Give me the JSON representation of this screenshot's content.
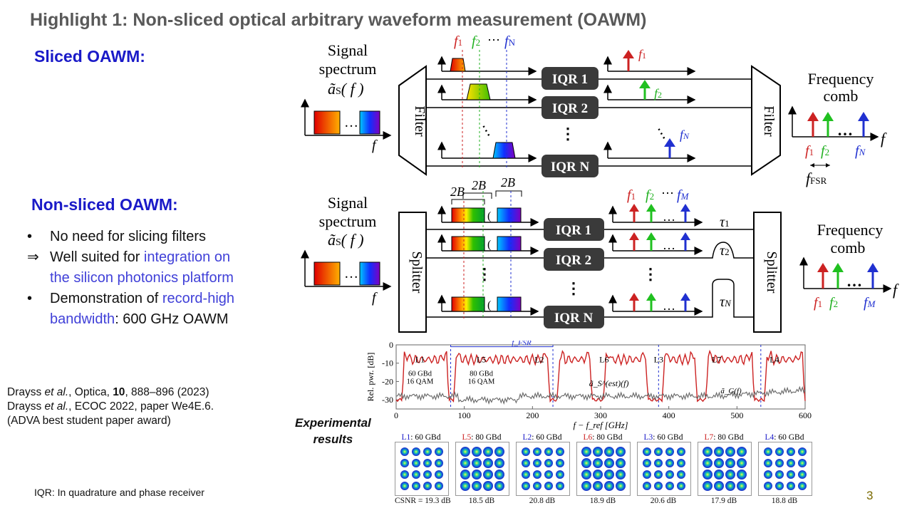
{
  "slide_title": "Highlight 1: Non-sliced optical arbitrary waveform measurement (OAWM)",
  "sliced_heading": "Sliced OAWM:",
  "nonsliced_heading": "Non-sliced OAWM:",
  "bullets": [
    {
      "mark": "•",
      "parts": [
        {
          "text": "No need for slicing filters",
          "hl": false
        }
      ]
    },
    {
      "mark": "⇒",
      "parts": [
        {
          "text": "Well suited for ",
          "hl": false
        },
        {
          "text": "integration on",
          "hl": true
        }
      ]
    },
    {
      "mark": "",
      "parts": [
        {
          "text": "the silicon photonics platform",
          "hl": true
        }
      ]
    },
    {
      "mark": "•",
      "parts": [
        {
          "text": "Demonstration of ",
          "hl": false
        },
        {
          "text": "record-high",
          "hl": true
        }
      ]
    },
    {
      "mark": "",
      "parts": [
        {
          "text": "bandwidth",
          "hl": true
        },
        {
          "text": ": 600 GHz OAWM",
          "hl": false
        }
      ]
    }
  ],
  "references": [
    {
      "authors": "Drayss ",
      "etal": "et al.",
      "rest_pre": ", Optica,  ",
      "bold": "10",
      "rest_post": ", 888–896 (2023)"
    },
    {
      "authors": "Drayss ",
      "etal": "et al.",
      "rest_pre": ", ECOC 2022, paper We4E.6.",
      "bold": "",
      "rest_post": ""
    }
  ],
  "award": "(ADVA best student paper award)",
  "experimental_label_1": "Experimental",
  "experimental_label_2": "results",
  "footnote": "IQR: In quadrature and phase receiver",
  "page_number": "3",
  "diagram": {
    "signal_label_1": "Signal",
    "signal_label_2": "spectrum",
    "filter_label": "Filter",
    "splitter_label": "Splitter",
    "iqr_labels": [
      "IQR 1",
      "IQR 2",
      "IQR N"
    ],
    "freq_comb_1": "Frequency",
    "freq_comb_2": "comb",
    "f_symbol": "f",
    "fsr_label": "FSR",
    "twoB": "2B",
    "taus": [
      "τ1",
      "τ2",
      "τN"
    ]
  },
  "chart_data": {
    "type": "line",
    "xlabel": "f − f_ref [GHz]",
    "ylabel": "Rel. pwr. [dB]",
    "xlim": [
      0,
      600
    ],
    "ylim": [
      -35,
      0
    ],
    "x_ticks": [
      0,
      100,
      200,
      300,
      400,
      500,
      600
    ],
    "y_ticks": [
      0,
      -10,
      -20,
      -30
    ],
    "lanes": [
      {
        "name": "L1",
        "center": 35,
        "info": [
          "60 GBd",
          "16 QAM"
        ]
      },
      {
        "name": "L5",
        "center": 125,
        "info": [
          "80 GBd",
          "16 QAM"
        ]
      },
      {
        "name": "L2",
        "center": 210,
        "info": []
      },
      {
        "name": "L6",
        "center": 305,
        "info": []
      },
      {
        "name": "L3",
        "center": 385,
        "info": []
      },
      {
        "name": "L7",
        "center": 470,
        "info": []
      },
      {
        "name": "L4",
        "center": 555,
        "info": []
      }
    ],
    "fsr_marker": {
      "from": 80,
      "to": 230,
      "label": "f_FSR"
    },
    "dashed_lines_x": [
      80,
      230,
      385,
      535
    ],
    "series": [
      {
        "name": "ã_S^(est)(f)",
        "color": "#cc2222"
      },
      {
        "name": "ã_G(f)",
        "color": "#666666"
      }
    ]
  },
  "constellations": [
    {
      "lane": "L1",
      "rate": ": 60 GBd",
      "csnr": "CSNR = 19.3 dB",
      "color": "#1a1ac8"
    },
    {
      "lane": "L5",
      "rate": ": 80 GBd",
      "csnr": "18.5 dB",
      "color": "#cc2222"
    },
    {
      "lane": "L2",
      "rate": ": 60 GBd",
      "csnr": "20.8 dB",
      "color": "#1a1ac8"
    },
    {
      "lane": "L6",
      "rate": ": 80 GBd",
      "csnr": "18.9 dB",
      "color": "#cc2222"
    },
    {
      "lane": "L3",
      "rate": ": 60 GBd",
      "csnr": "20.6 dB",
      "color": "#1a1ac8"
    },
    {
      "lane": "L7",
      "rate": ": 80 GBd",
      "csnr": "17.9 dB",
      "color": "#cc2222"
    },
    {
      "lane": "L4",
      "rate": ": 60 GBd",
      "csnr": "18.8 dB",
      "color": "#1a1ac8"
    }
  ]
}
